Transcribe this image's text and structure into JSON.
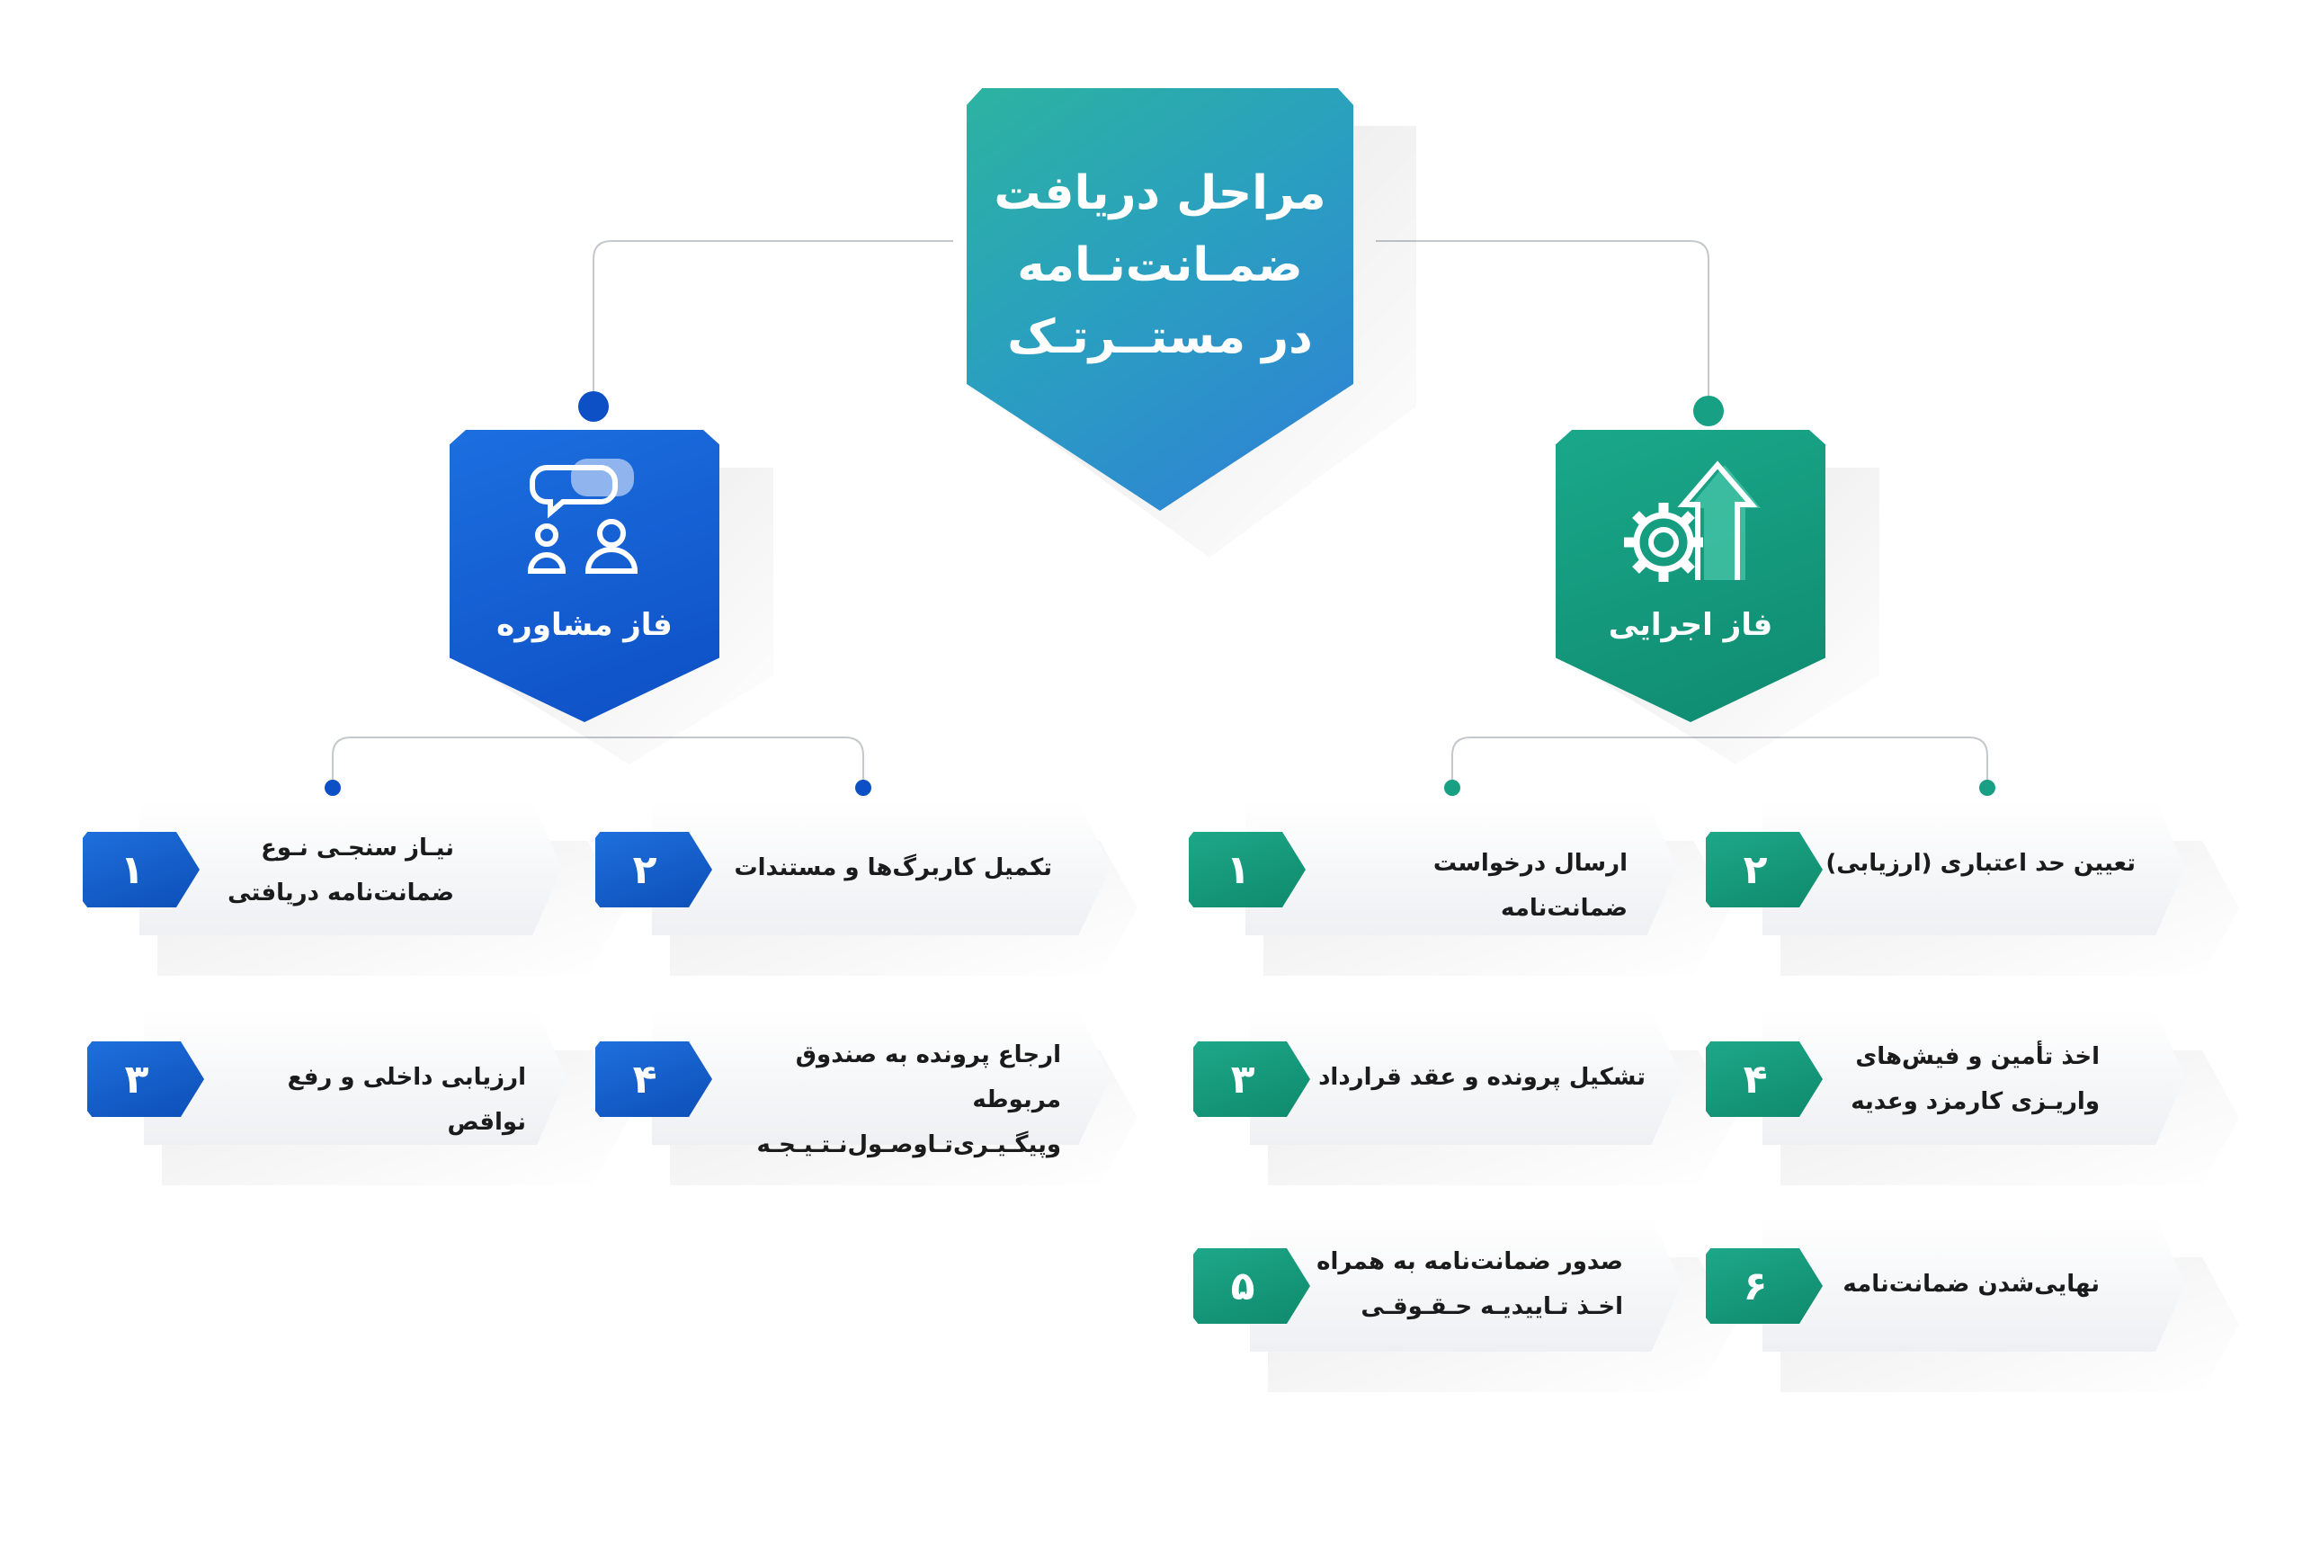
{
  "title": {
    "lines": [
      "مراحل دریافت",
      "ضمـانت‌نـامه",
      "در مستــرتـک"
    ]
  },
  "colors": {
    "blue": "#0d4fc4",
    "green": "#0f8a70",
    "title_gradient_start": "#2cb3a0",
    "title_gradient_end": "#2f7fd8"
  },
  "phases": {
    "consult": {
      "label": "فاز مشاوره",
      "icon": "chat-people-icon",
      "steps": [
        {
          "number": "۱",
          "lines": [
            "نیـاز سنجـی نـوع",
            "ضمانت‌نامه دریافتی"
          ]
        },
        {
          "number": "۲",
          "lines": [
            "تکمیل کاربرگ‌ها و مستندات"
          ]
        },
        {
          "number": "۳",
          "lines": [
            "ارزیابی داخلی و رفع نواقص"
          ]
        },
        {
          "number": "۴",
          "lines": [
            "ارجاع پرونده به صندوق مربوطه",
            "وپیگـیـری‌تـاوصـول‌نـتـیـجـه"
          ]
        }
      ]
    },
    "exec": {
      "label": "فاز اجرایی",
      "icon": "gear-arrow-up-icon",
      "steps": [
        {
          "number": "۱",
          "lines": [
            "ارسال درخواست ضمانت‌نامه"
          ]
        },
        {
          "number": "۲",
          "lines": [
            "تعیین حد اعتباری (ارزیابی)"
          ]
        },
        {
          "number": "۳",
          "lines": [
            "تشکیل پرونده و عقد قرارداد"
          ]
        },
        {
          "number": "۴",
          "lines": [
            "اخذ تأمین و فیش‌های",
            "واریـزی کارمزد وعدیه"
          ]
        },
        {
          "number": "۵",
          "lines": [
            "صدور ضمانت‌نامه به همراه",
            "اخـذ تـاییدیـه حـقـوقـی"
          ]
        },
        {
          "number": "۶",
          "lines": [
            "نهایی‌شدن ضمانت‌نامه"
          ]
        }
      ]
    }
  }
}
